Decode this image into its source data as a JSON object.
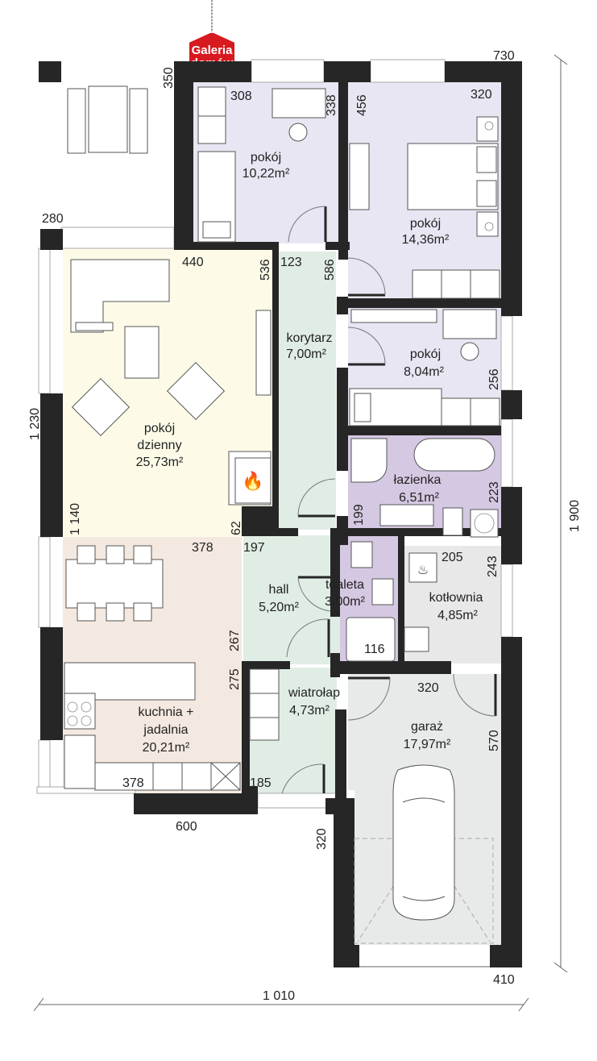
{
  "logo": {
    "line1": "Galeria",
    "line2": "domów",
    "color": "#d71920"
  },
  "rooms": [
    {
      "id": "pokoj-1",
      "name": "pokój",
      "area": "10,22m²",
      "color": "#e8e6f2"
    },
    {
      "id": "pokoj-2",
      "name": "pokój",
      "area": "14,36m²",
      "color": "#e8e6f2"
    },
    {
      "id": "korytarz",
      "name": "korytarz",
      "area": "7,00m²",
      "color": "#e0ede4"
    },
    {
      "id": "pokoj-3",
      "name": "pokój",
      "area": "8,04m²",
      "color": "#e8e6f2"
    },
    {
      "id": "pokoj-dzienny",
      "name": "pokój",
      "name2": "dzienny",
      "area": "25,73m²",
      "color": "#fdfbe8"
    },
    {
      "id": "lazienka",
      "name": "łazienka",
      "area": "6,51m²",
      "color": "#d5c8e2"
    },
    {
      "id": "hall",
      "name": "hall",
      "area": "5,20m²",
      "color": "#e0ede4"
    },
    {
      "id": "toaleta",
      "name": "toaleta",
      "area": "3,00m²",
      "color": "#d5c8e2"
    },
    {
      "id": "kotlownia",
      "name": "kotłownia",
      "area": "4,85m²",
      "color": "#e8e8e8"
    },
    {
      "id": "kuchnia",
      "name": "kuchnia +",
      "name2": "jadalnia",
      "area": "20,21m²",
      "color": "#f4e9e0"
    },
    {
      "id": "wiatrolap",
      "name": "wiatrołap",
      "area": "4,73m²",
      "color": "#e0ede4"
    },
    {
      "id": "garaz",
      "name": "garaż",
      "area": "17,97m²",
      "color": "#e8e9e9"
    }
  ],
  "dimensions": {
    "d350": "350",
    "d730": "730",
    "d308": "308",
    "d338": "338",
    "d456": "456",
    "d320_top": "320",
    "d280": "280",
    "d440": "440",
    "d536": "536",
    "d123": "123",
    "d586": "586",
    "d256": "256",
    "d1230": "1 230",
    "d1140": "1 140",
    "d62": "62",
    "d199": "199",
    "d223": "223",
    "d378_top": "378",
    "d197": "197",
    "d205": "205",
    "d243": "243",
    "d116": "116",
    "d267": "267",
    "d275": "275",
    "d320_garage": "320",
    "d570": "570",
    "d378_bottom": "378",
    "d185": "185",
    "d600": "600",
    "d320_bottom": "320",
    "d410": "410",
    "d1010": "1 010",
    "d1900": "1 900"
  },
  "colors": {
    "wall": "#262626",
    "bedroom": "#e8e6f2",
    "corridor": "#e0ede4",
    "living": "#fdfbe8",
    "bath": "#d5c8e2",
    "kitchen": "#f4e9e0",
    "garage": "#e8e9e9"
  }
}
